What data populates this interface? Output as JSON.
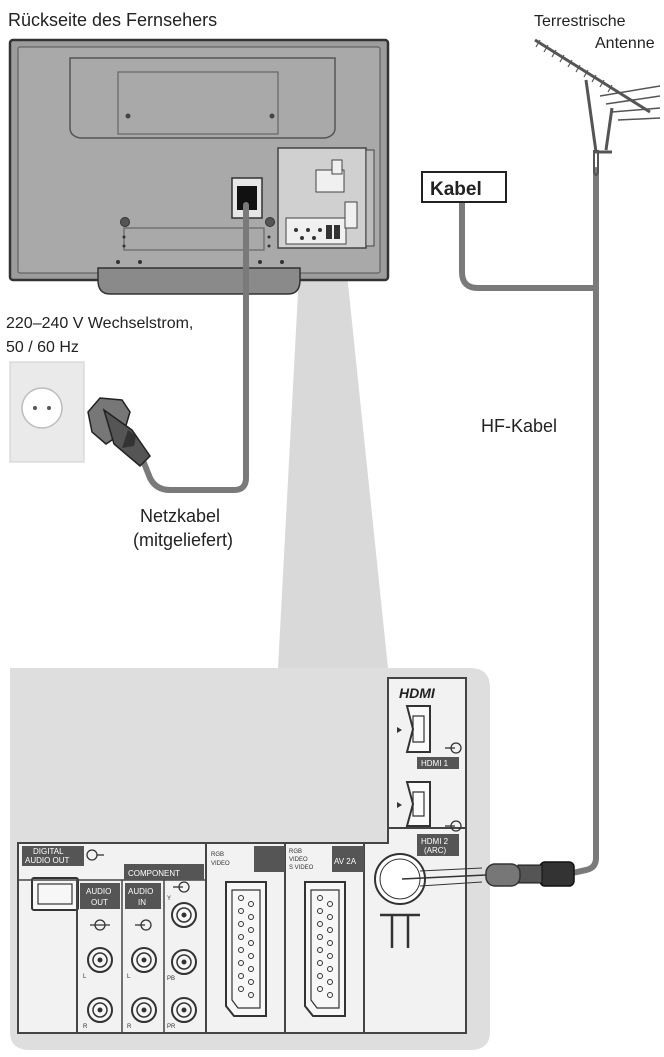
{
  "labels": {
    "tv_back": "Rückseite des Fernsehers",
    "antenna_line1": "Terrestrische",
    "antenna_line2": "Antenne",
    "kabel_box": "Kabel",
    "power_line1": "220–240 V Wechselstrom,",
    "power_line2": "50 / 60 Hz",
    "hf_cable": "HF-Kabel",
    "power_cable_line1": "Netzkabel",
    "power_cable_line2": "(mitgeliefert)"
  },
  "panel": {
    "hdmi_logo": "HDMI",
    "hdmi1": "HDMI 1",
    "hdmi2_line1": "HDMI 2",
    "hdmi2_line2": "(ARC)",
    "digital_line1": "DIGITAL",
    "digital_line2": "AUDIO OUT",
    "audio_out_line1": "AUDIO",
    "audio_out_line2": "OUT",
    "component": "COMPONENT",
    "audio_in_line1": "AUDIO",
    "audio_in_line2": "IN",
    "av1_rgb": "RGB",
    "av1_video": "VIDEO",
    "av2_rgb": "RGB",
    "av2_video": "VIDEO",
    "av2_svideo": "S VIDEO",
    "av2": "AV 2A",
    "jack_L": "L",
    "jack_R": "R",
    "jack_Y": "Y",
    "jack_PB": "PB",
    "jack_PR": "PR"
  },
  "colors": {
    "cable": "#7a7a7a",
    "panel_bg": "#dedede",
    "tv_body": "#9c9c9c",
    "label_bg": "#555555"
  }
}
